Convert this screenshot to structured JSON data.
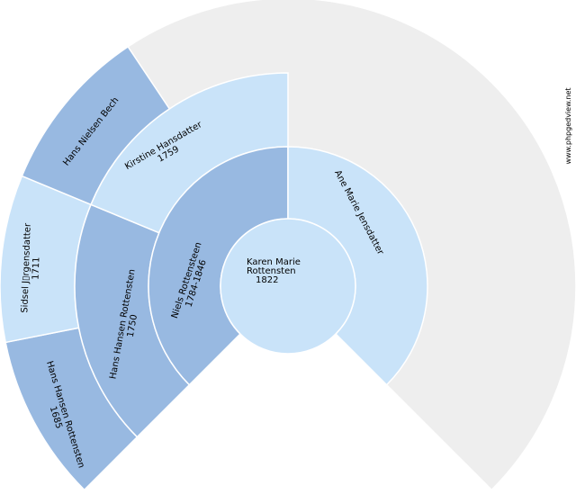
{
  "colors": {
    "dark": "#98b9e1",
    "light": "#c9e3f9",
    "empty": "#eeeeee",
    "background": "#ffffff"
  },
  "center": {
    "name_line1": "Karen Marie",
    "name_line2": "Rottensten",
    "year": "1822"
  },
  "ring1": {
    "father": {
      "name": "Niels Rottensteen",
      "years": "1784-1846"
    },
    "mother": {
      "name": "Ane Marie Jensdatter",
      "years": ""
    }
  },
  "ring2": {
    "ff": {
      "name": "Hans Hansen Rottensten",
      "years": "1750"
    },
    "fm": {
      "name": "Kirstine Hansdatter",
      "years": "1759"
    }
  },
  "ring3": {
    "fff": {
      "name": "Hans Hansen Rottensten",
      "years": "1685"
    },
    "ffm": {
      "name": "Sidsel J▯rgensdatter",
      "years": "1711"
    },
    "fmf": {
      "name": "Hans Nielsen Bech",
      "years": ""
    }
  },
  "watermark": "www.phpgedview.net"
}
